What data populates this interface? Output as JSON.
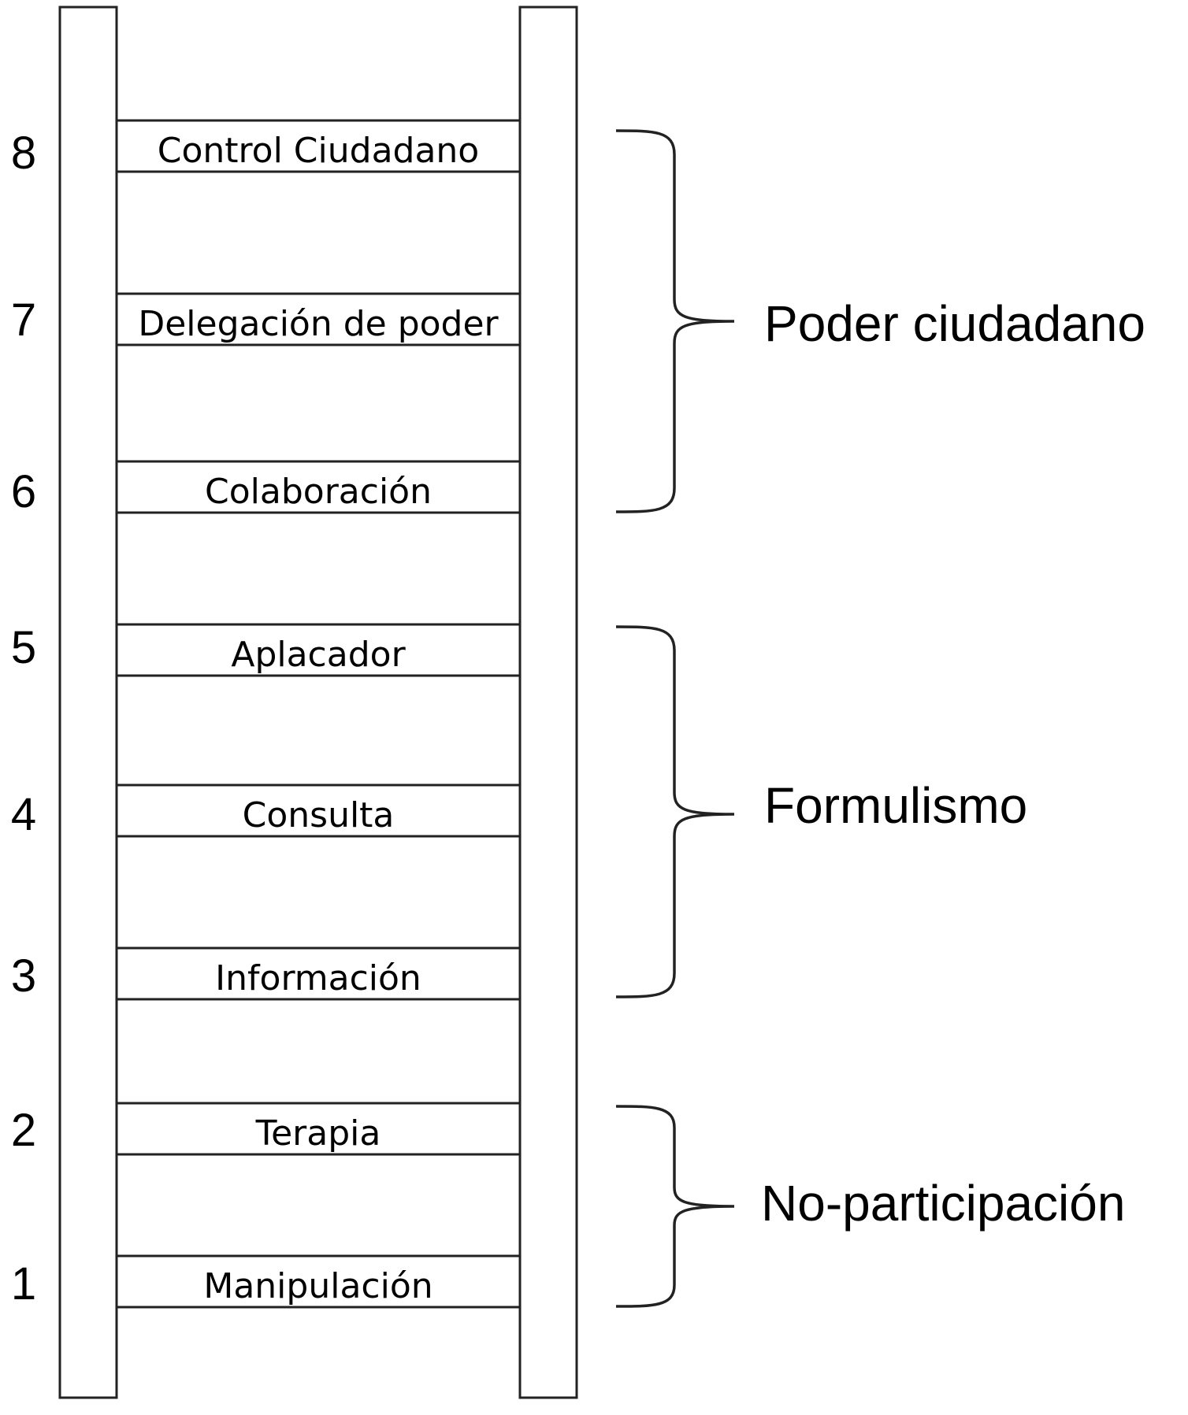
{
  "ladder": {
    "rungs": [
      {
        "level": "8",
        "label": "Control Ciudadano"
      },
      {
        "level": "7",
        "label": "Delegación de poder"
      },
      {
        "level": "6",
        "label": "Colaboración"
      },
      {
        "level": "5",
        "label": "Aplacador"
      },
      {
        "level": "4",
        "label": "Consulta"
      },
      {
        "level": "3",
        "label": "Información"
      },
      {
        "level": "2",
        "label": "Terapia"
      },
      {
        "level": "1",
        "label": "Manipulación"
      }
    ]
  },
  "groups": [
    {
      "label": "Poder ciudadano"
    },
    {
      "label": "Formulismo"
    },
    {
      "label": "No-participación"
    }
  ]
}
